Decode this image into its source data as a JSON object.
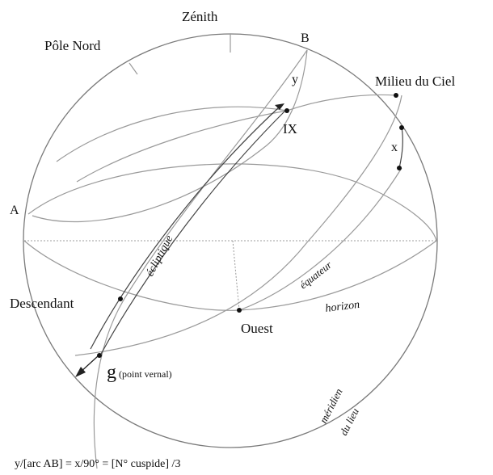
{
  "labels": {
    "zenith": "Zénith",
    "pole_nord": "Pôle Nord",
    "b": "B",
    "y": "y",
    "milieu_du_ciel": "Milieu du Ciel",
    "ix": "IX",
    "x": "x",
    "a": "A",
    "ecliptique": "écliptique",
    "equateur": "équateur",
    "descendant": "Descendant",
    "horizon": "horizon",
    "ouest": "Ouest",
    "g": "g",
    "point_vernal": "(point vernal)",
    "meridien": "méridien",
    "du_lieu": "du lieu"
  },
  "formula": "y/[arc AB] = x/90° = [N° cuspide] /3"
}
